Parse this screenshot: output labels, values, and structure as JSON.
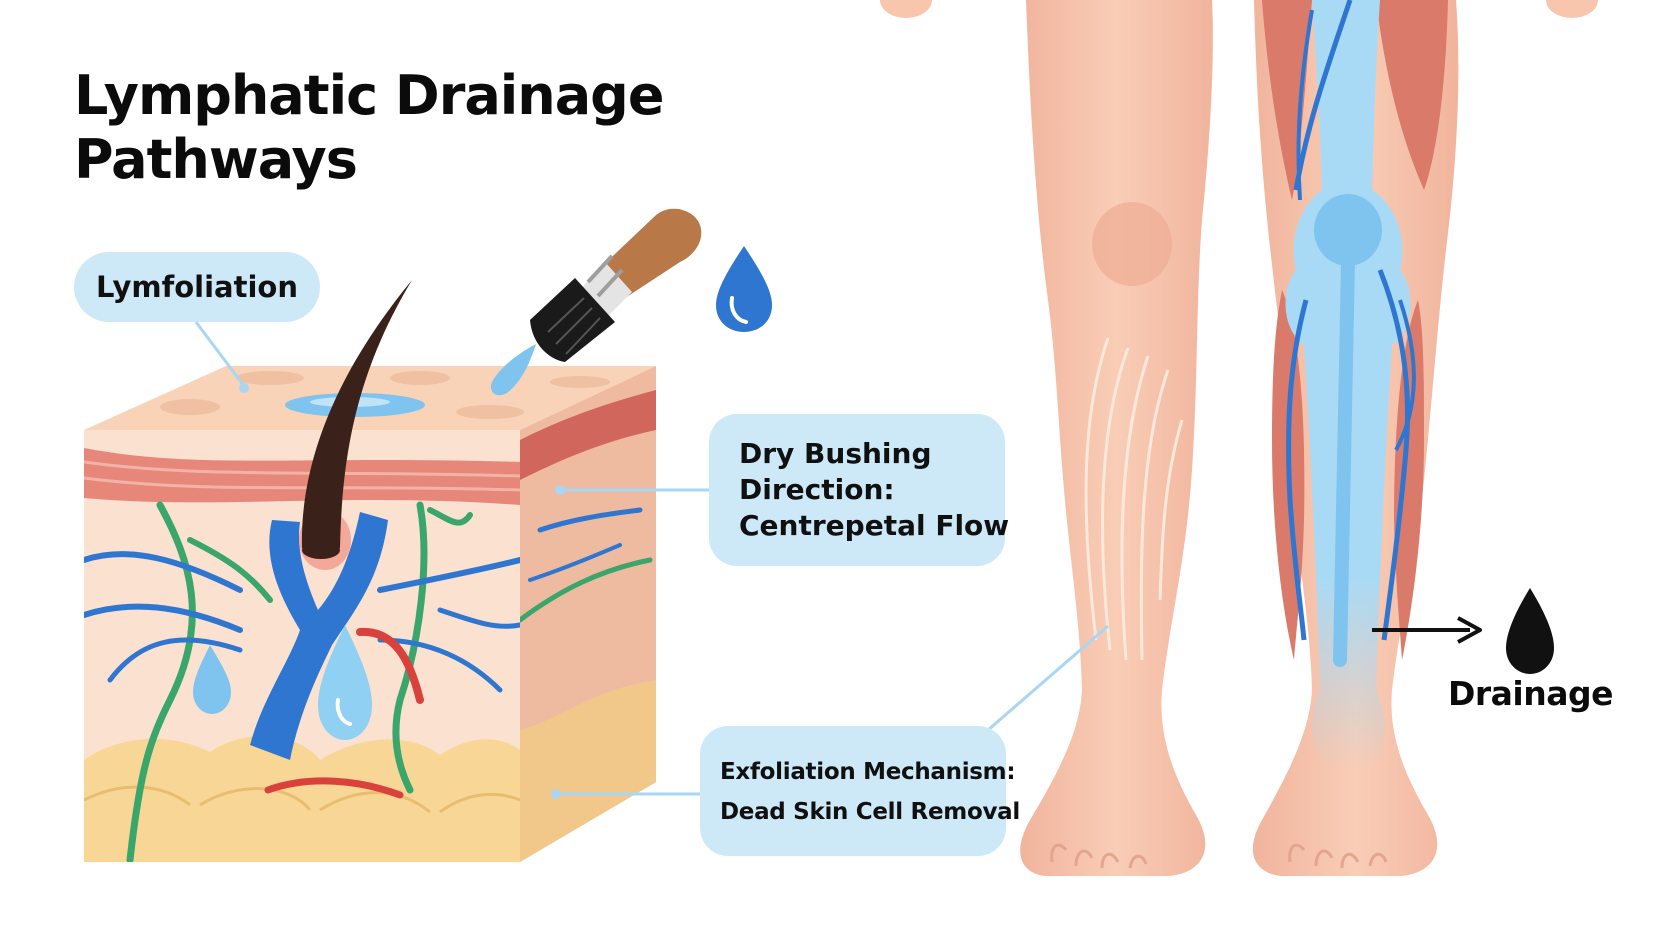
{
  "title": {
    "line1": "Lymphatic Drainage",
    "line2": "Pathways"
  },
  "callouts": {
    "lymfoliation": "Lymfoliation",
    "dry_brushing": [
      "Dry Bushing",
      "Direction:",
      "Centrepetal Flow"
    ],
    "exfoliation": [
      "Exfoliation Mechanism:",
      "Dead Skin Cell Removal"
    ]
  },
  "drainage_label": "Drainage",
  "colors": {
    "callout_bg": "#cde9f8",
    "leader_line": "#a9d6f2",
    "skin": "#f7c6ac",
    "dermis": "#fbe1cf",
    "epidermis_red": "#e7877a",
    "fat": "#f8d796",
    "lymph_blue": "#2e76d0",
    "vessel_green": "#3aa66b",
    "capillary_red": "#d9413c",
    "fluid_blue": "#7fc4ee",
    "muscle": "#d97a6a",
    "hair": "#3a211a",
    "brush_handle": "#b87848",
    "text": "#0b0b0b"
  },
  "icons": [
    "paintbrush-icon",
    "water-drop-icon",
    "arrow-right-icon",
    "black-drop-icon"
  ]
}
